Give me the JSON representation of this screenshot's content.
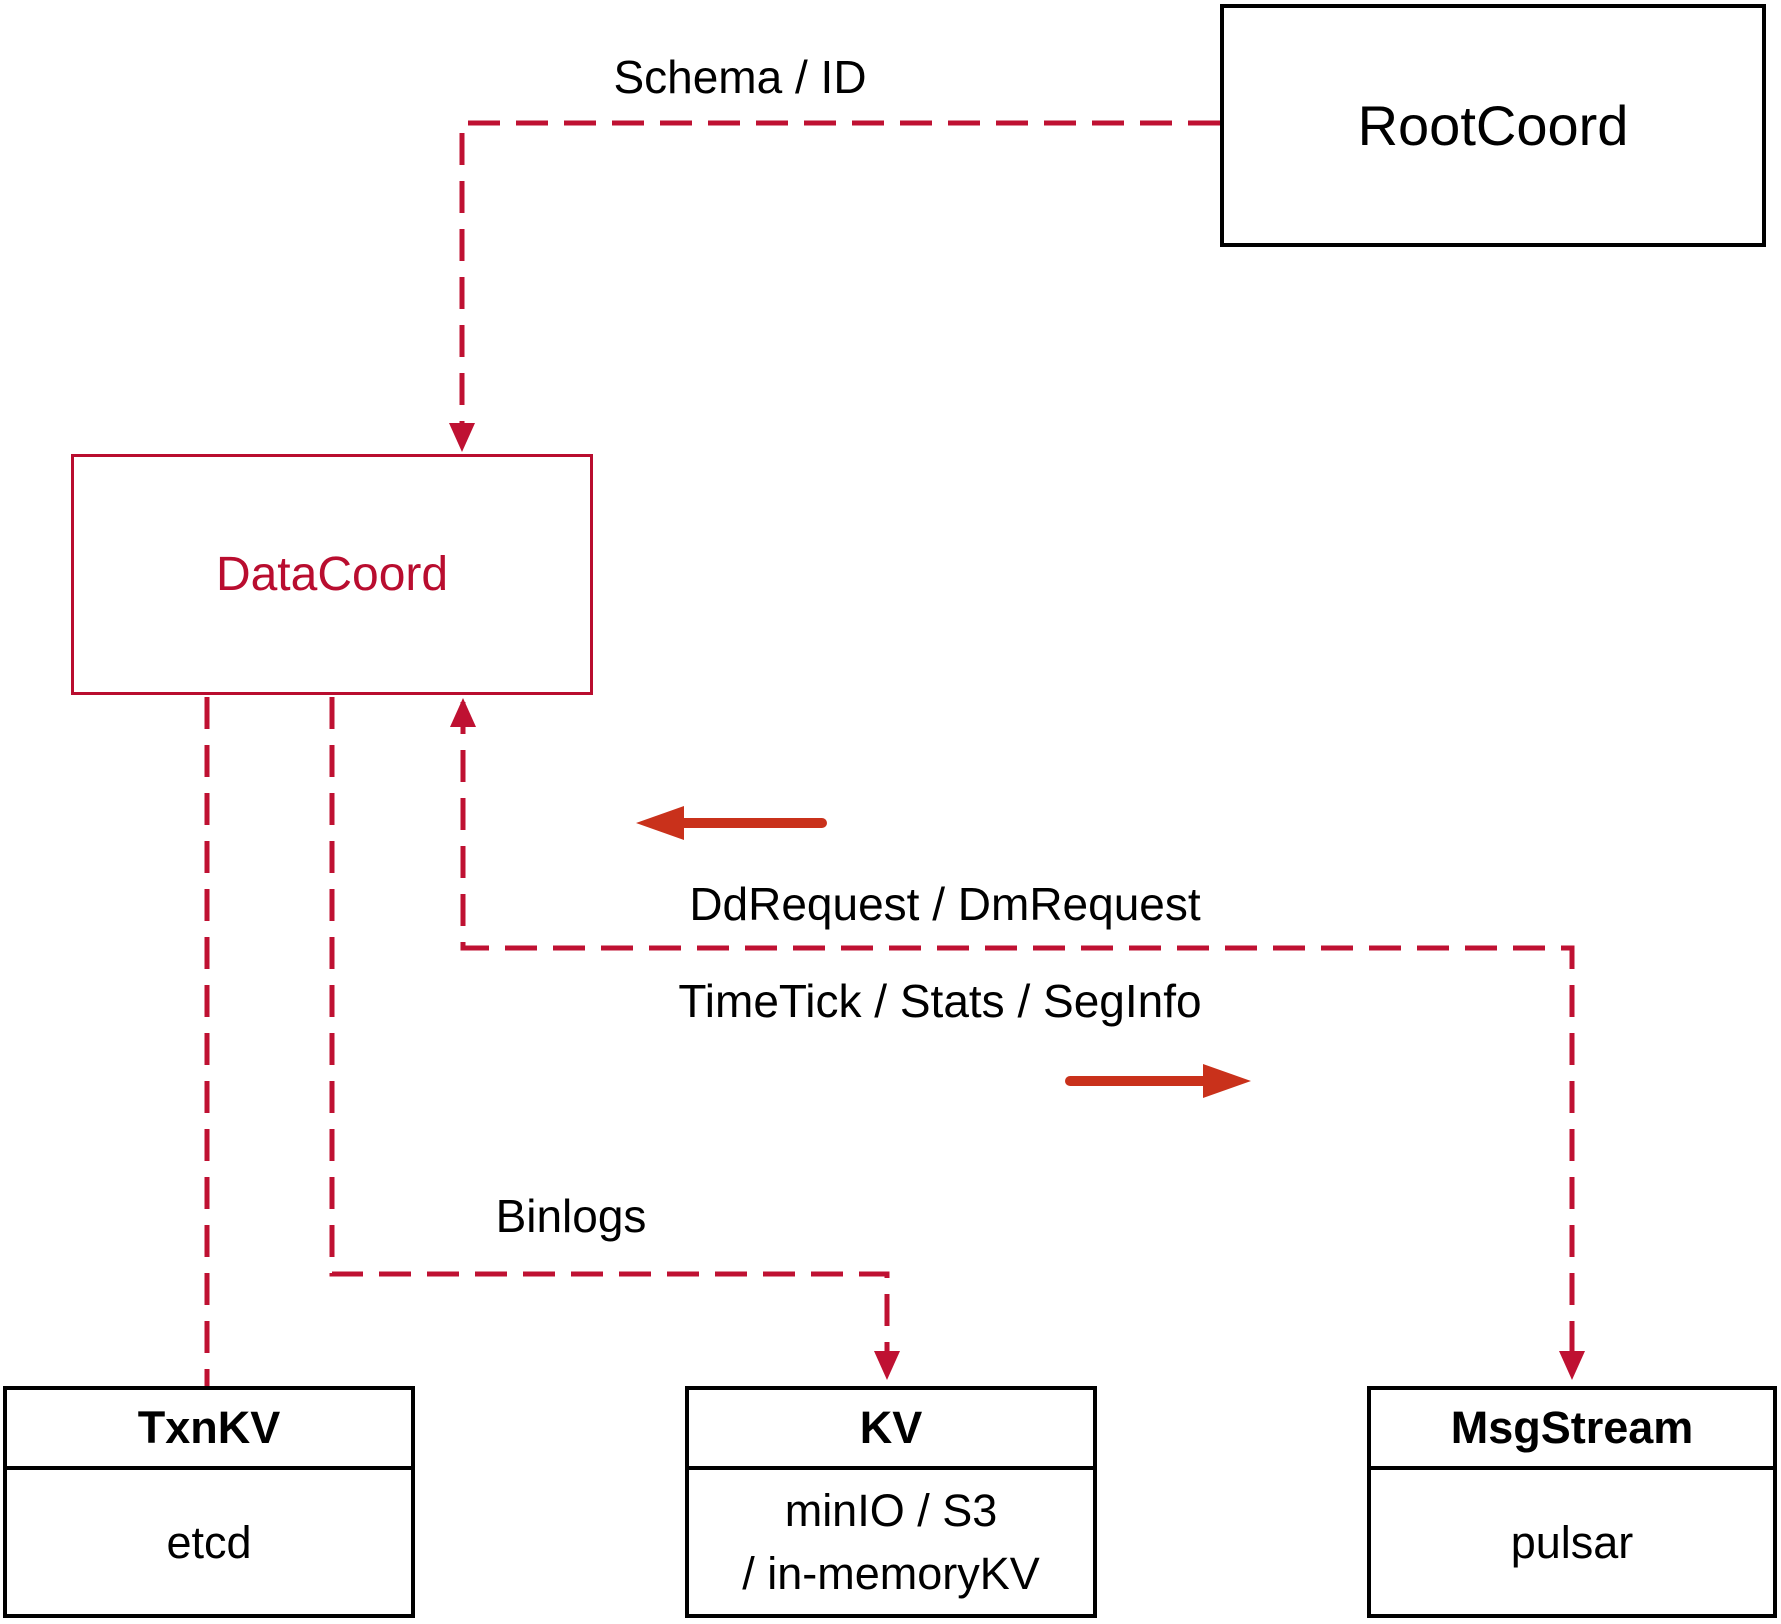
{
  "diagram": {
    "nodes": {
      "rootcoord": {
        "label": "RootCoord"
      },
      "datacoord": {
        "label": "DataCoord"
      },
      "txnkv": {
        "title": "TxnKV",
        "subtitle": "etcd"
      },
      "kv": {
        "title": "KV",
        "subtitle_line1": "minIO / S3",
        "subtitle_line2": "/ in-memoryKV"
      },
      "msgstream": {
        "title": "MsgStream",
        "subtitle": "pulsar"
      }
    },
    "edge_labels": {
      "schema_id": "Schema / ID",
      "dd_dm_request": "DdRequest / DmRequest",
      "timetick_stats_seginfo": "TimeTick / Stats / SegInfo",
      "binlogs": "Binlogs"
    },
    "colors": {
      "dashed_red": "#bf1132",
      "solid_arrow_red": "#c9311b",
      "datacoord_red": "#b90d2f",
      "box_border_black": "#000000",
      "text_black": "#000000",
      "background": "#ffffff"
    }
  }
}
